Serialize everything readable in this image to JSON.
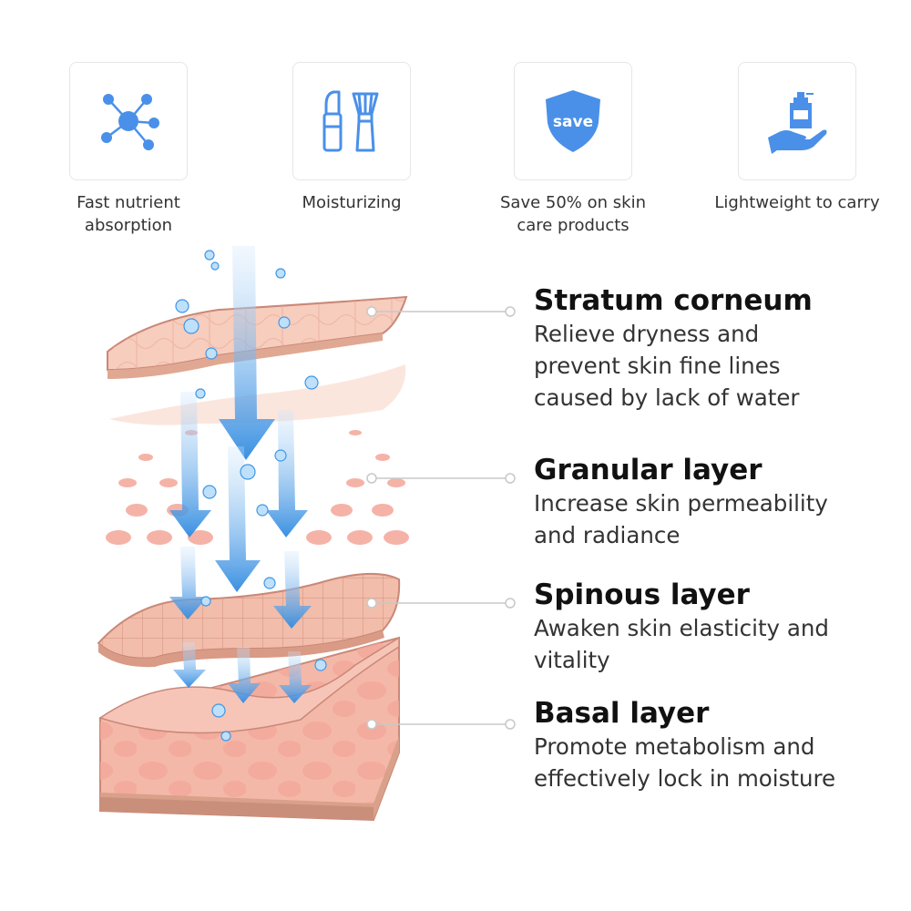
{
  "features": [
    {
      "icon": "molecule-icon",
      "caption": "Fast nutrient absorption",
      "line1": "Fast nutrient",
      "line2": "absorption"
    },
    {
      "icon": "cosmetics-icon",
      "caption": "Moisturizing",
      "line1": "Moisturizing",
      "line2": ""
    },
    {
      "icon": "shield-icon",
      "badge": "save",
      "caption": "Save 50% on skin care products",
      "line1": "Save 50% on skin",
      "line2": "care products"
    },
    {
      "icon": "hand-bottle-icon",
      "caption": "Lightweight to carry",
      "line1": "Lightweight to carry",
      "line2": ""
    }
  ],
  "layers": [
    {
      "title": "Stratum corneum",
      "desc_lines": [
        "Relieve dryness and",
        "prevent skin fine lines",
        "caused by lack of water"
      ]
    },
    {
      "title": "Granular layer",
      "desc_lines": [
        "Increase skin permeability",
        "and radiance"
      ]
    },
    {
      "title": "Spinous layer",
      "desc_lines": [
        "Awaken skin elasticity and",
        "vitality"
      ]
    },
    {
      "title": "Basal layer",
      "desc_lines": [
        "Promote metabolism and",
        "effectively lock in moisture"
      ]
    }
  ],
  "colors": {
    "icon_blue": "#4a90e8",
    "arrow_blue": "#3f97e6",
    "skin_pink": "#f4b8a8",
    "skin_edge": "#c98878",
    "leader_gray": "#c8c8c8"
  }
}
